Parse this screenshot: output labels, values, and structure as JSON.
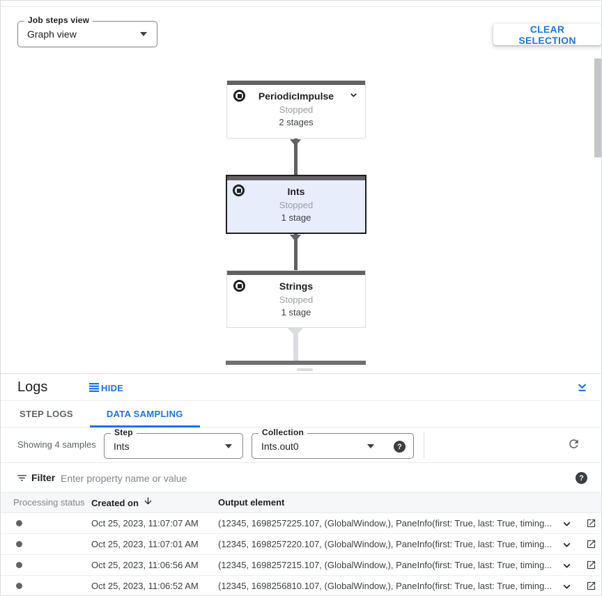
{
  "toolbar": {
    "view_field": {
      "label": "Job steps view",
      "value": "Graph view"
    },
    "clear_selection": "CLEAR SELECTION"
  },
  "graph": {
    "nodes": [
      {
        "title": "PeriodicImpulse",
        "status": "Stopped",
        "stages": "2 stages"
      },
      {
        "title": "Ints",
        "status": "Stopped",
        "stages": "1 stage"
      },
      {
        "title": "Strings",
        "status": "Stopped",
        "stages": "1 stage"
      }
    ]
  },
  "logs": {
    "title": "Logs",
    "hide_label": "HIDE",
    "tabs": {
      "step_logs": "STEP LOGS",
      "data_sampling": "DATA SAMPLING"
    },
    "showing_text": "Showing 4 samples",
    "step_field": {
      "label": "Step",
      "value": "Ints"
    },
    "collection_field": {
      "label": "Collection",
      "value": "Ints.out0"
    },
    "filter": {
      "label": "Filter",
      "placeholder": "Enter property name or value"
    },
    "table": {
      "headers": {
        "processing_status": "Processing status",
        "created_on": "Created on",
        "output_element": "Output element"
      },
      "rows": [
        {
          "created": "Oct 25, 2023, 11:07:07 AM",
          "output": "(12345, 1698257225.107, (GlobalWindow,), PaneInfo(first: True, last: True, timing..."
        },
        {
          "created": "Oct 25, 2023, 11:07:01 AM",
          "output": "(12345, 1698257220.107, (GlobalWindow,), PaneInfo(first: True, last: True, timing..."
        },
        {
          "created": "Oct 25, 2023, 11:06:56 AM",
          "output": "(12345, 1698257215.107, (GlobalWindow,), PaneInfo(first: True, last: True, timing..."
        },
        {
          "created": "Oct 25, 2023, 11:06:52 AM",
          "output": "(12345, 1698256810.107, (GlobalWindow,), PaneInfo(first: True, last: True, timing..."
        }
      ]
    }
  },
  "icons": {
    "help_glyph": "?",
    "stop_circle": "stop-circle-icon",
    "dropdown_caret": "caret-down-icon",
    "node_expand": "chevron-down-icon",
    "hide": "list-icon",
    "collapse_panel": "collapse-down-icon",
    "refresh": "refresh-icon",
    "help": "help-icon",
    "filter": "filter-list-icon",
    "sort_desc": "arrow-down-icon",
    "row_expand": "chevron-down-icon",
    "open_external": "open-in-new-icon"
  },
  "colors": {
    "accent": "#1a73e8",
    "node_bar": "#616161",
    "selected_node_bg": "#e8edfb",
    "selected_node_border": "#1f1f1f",
    "status_dot": "#5f6368"
  }
}
